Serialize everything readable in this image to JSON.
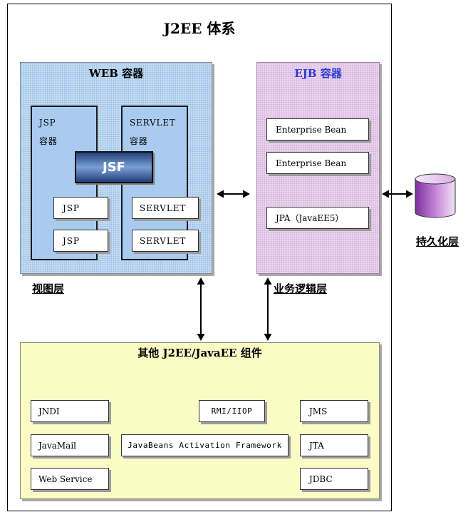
{
  "title": "J2EE 体系",
  "web_container": {
    "title": "WEB 容器",
    "jsp_container": {
      "label_line1": "JSP",
      "label_line2": "容器"
    },
    "servlet_container": {
      "label_line1": "SERVLET",
      "label_line2": "容器"
    },
    "jsf": "JSF",
    "jsp_items": [
      "JSP",
      "JSP"
    ],
    "servlet_items": [
      "SERVLET",
      "SERVLET"
    ]
  },
  "ejb_container": {
    "title": "EJB 容器",
    "items": [
      "Enterprise Bean",
      "Enterprise Bean",
      "JPA（JavaEE5）"
    ]
  },
  "persistence": {
    "label": "持久化层"
  },
  "layers": {
    "view": "视图层",
    "business": "业务逻辑层"
  },
  "other_components": {
    "title": "其他 J2EE/JavaEE 组件",
    "left": [
      "JNDI",
      "JavaMail",
      "Web Service"
    ],
    "middle": [
      "RMI/IIOP",
      "JavaBeans Activation Framework"
    ],
    "right": [
      "JMS",
      "JTA",
      "JDBC"
    ]
  },
  "colors": {
    "web_container_bg": "#c6def3",
    "web_container_dots": "#98bce3",
    "sub_container_bg": "#a9cbef",
    "jsf_dark": "#233f7a",
    "jsf_light": "#7a9fd6",
    "ejb_container_bg": "#ecd8ef",
    "ejb_container_dots": "#cfaedb",
    "ejb_title": "#2a3bd4",
    "other_components_bg": "#fbfbc6",
    "cylinder_dark": "#7b2f9e",
    "cylinder_light": "#f3e2f7"
  }
}
